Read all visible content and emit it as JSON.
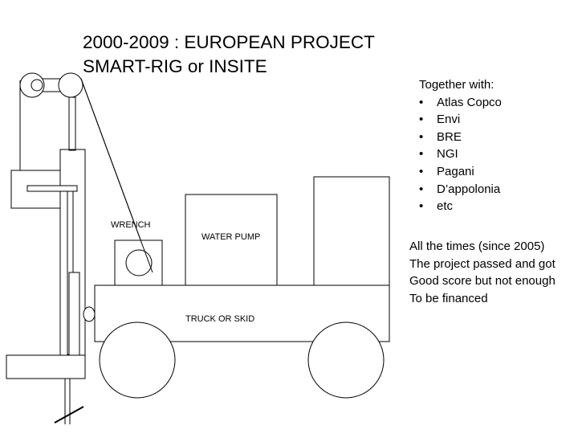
{
  "title": {
    "line1": "2000-2009 : EUROPEAN PROJECT",
    "line2": "SMART-RIG or INSITE"
  },
  "partners": {
    "heading": "Together with:",
    "items": [
      "Atlas Copco",
      "Envi",
      "BRE",
      "NGI",
      "Pagani",
      "D’appolonia",
      "etc"
    ]
  },
  "note": {
    "lines": [
      "All the times (since 2005)",
      "The project passed and got",
      "Good score but not enough",
      "To be financed"
    ]
  },
  "diagram": {
    "wrench_label": "WRENCH",
    "water_pump_label": "WATER PUMP",
    "truck_label": "TRUCK OR SKID"
  }
}
